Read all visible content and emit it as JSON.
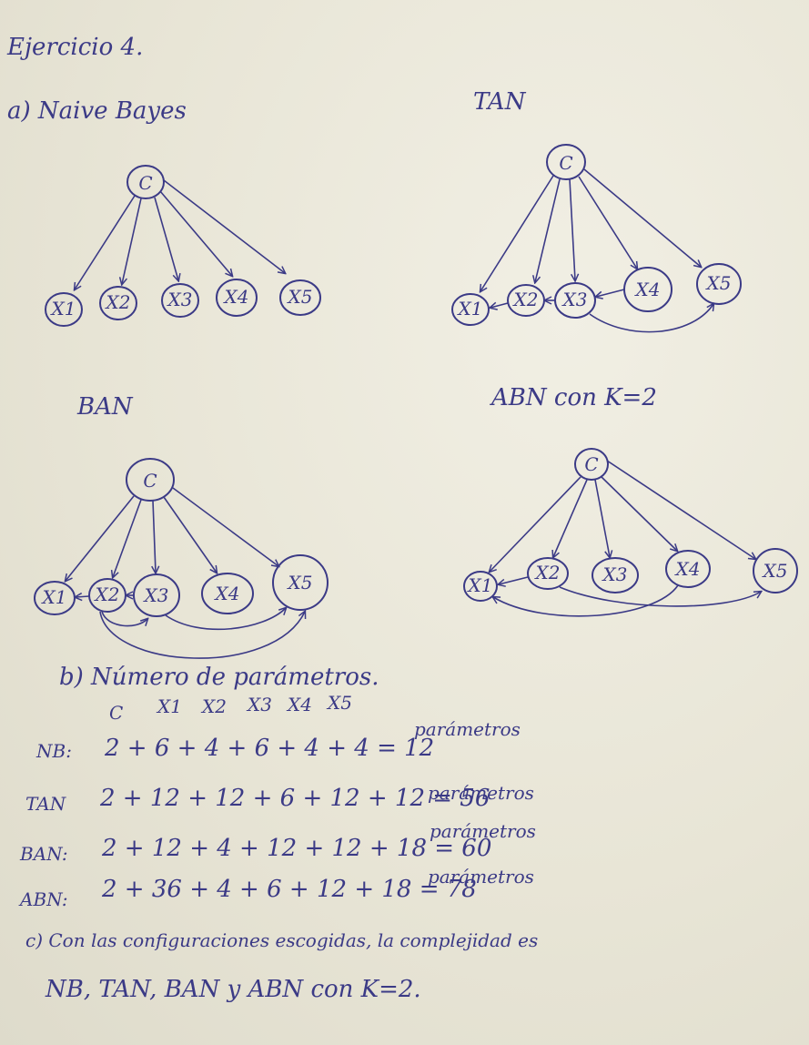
{
  "heading": "Ejercicio 4.",
  "section_a": "a) Naive Bayes",
  "networks": [
    {
      "title": "Naive Bayes",
      "class_node": "C",
      "attributes": [
        "X1",
        "X2",
        "X3",
        "X4",
        "X5"
      ]
    },
    {
      "title": "TAN",
      "class_node": "C",
      "attributes": [
        "X1",
        "X2",
        "X3",
        "X4",
        "X5"
      ]
    },
    {
      "title": "BAN",
      "class_node": "C",
      "attributes": [
        "X1",
        "X2",
        "X3",
        "X4",
        "X5"
      ]
    },
    {
      "title": "ABN con K=2",
      "class_node": "C",
      "attributes": [
        "X1",
        "X2",
        "X3",
        "X4",
        "X5"
      ]
    }
  ],
  "section_b": {
    "title": "b) Número de parámetros.",
    "columns": [
      "C",
      "X1",
      "X2",
      "X3",
      "X4",
      "X5"
    ],
    "rows": [
      {
        "label": "NB:",
        "expr": "2 + 6 + 4 + 6 + 4 + 4 = 12",
        "unit": "parámetros"
      },
      {
        "label": "TAN",
        "expr": "2 + 12 + 12 + 6 + 12 + 12 = 56",
        "unit": "parámetros"
      },
      {
        "label": "BAN:",
        "expr": "2 + 12 + 4 + 12 + 12 + 18 = 60",
        "unit": "parámetros"
      },
      {
        "label": "ABN:",
        "expr": "2 + 36 + 4 + 6 + 12 + 18 = 78",
        "unit": "parámetros"
      }
    ]
  },
  "section_c": {
    "line1": "c) Con las configuraciones escogidas, la complejidad es",
    "line2": "NB, TAN, BAN y ABN con K=2."
  }
}
